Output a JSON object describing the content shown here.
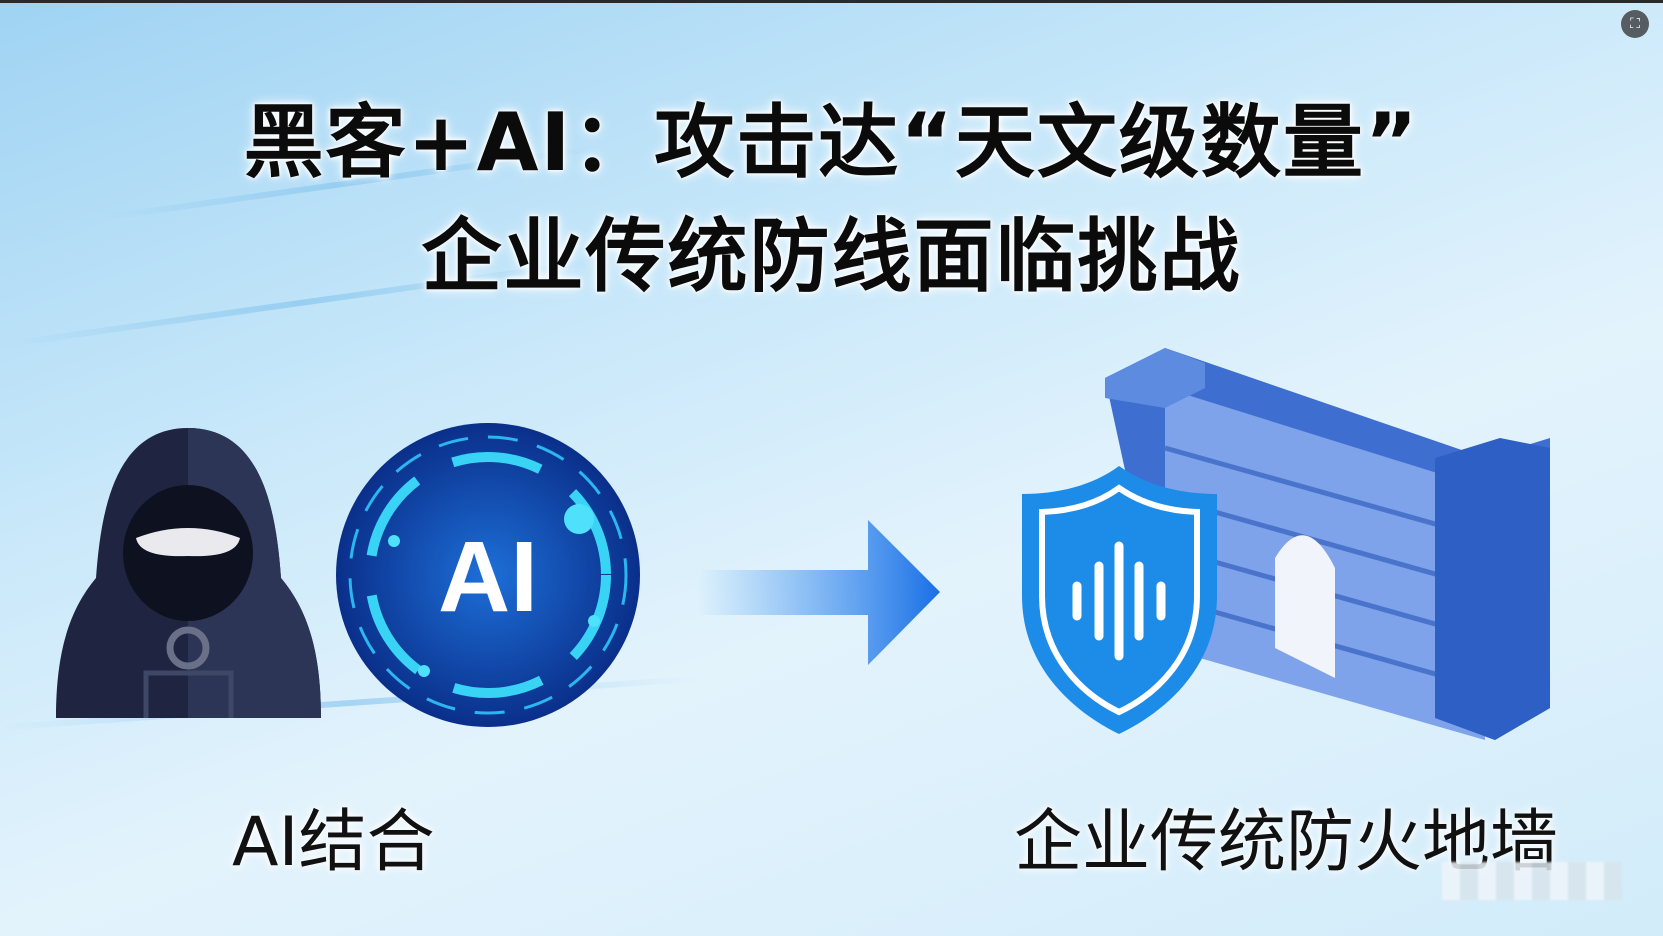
{
  "title": {
    "line1": "黑客+AI：攻击达“天文级数量”",
    "line2": "企业传统防线面临挑战"
  },
  "ai_badge": "AI",
  "labels": {
    "left": "AI结合",
    "right": "企业传统防火地墙"
  },
  "icons": {
    "screenshot": "screenshot-icon"
  },
  "colors": {
    "accent": "#1a7de6",
    "dark": "#1e2440"
  }
}
